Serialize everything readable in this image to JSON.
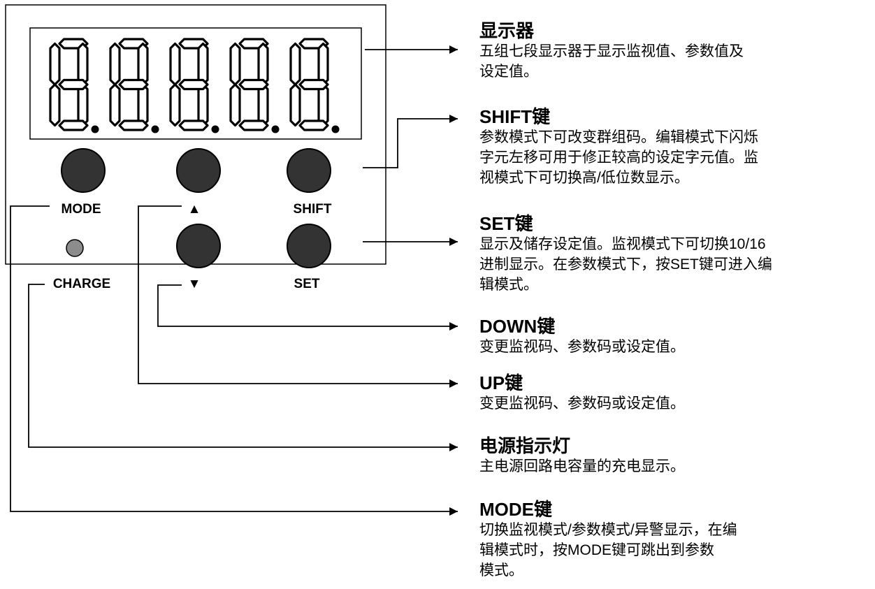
{
  "display": {
    "digits": [
      "8",
      "8",
      "8",
      "8",
      "8"
    ]
  },
  "panel": {
    "mode_label": "MODE",
    "up_label": "▲",
    "shift_label": "SHIFT",
    "charge_label": "CHARGE",
    "down_label": "▼",
    "set_label": "SET"
  },
  "annotations": [
    {
      "id": "display",
      "title": "显示器",
      "desc": [
        "五组七段显示器于显示监视值、参数值及",
        "设定值。"
      ]
    },
    {
      "id": "shift",
      "title": "SHIFT键",
      "desc": [
        "参数模式下可改变群组码。编辑模式下闪烁",
        "字元左移可用于修正较高的设定字元值。监",
        "视模式下可切换高/低位数显示。"
      ]
    },
    {
      "id": "set",
      "title": "SET键",
      "desc": [
        "显示及储存设定值。监视模式下可切换10/16",
        "进制显示。在参数模式下，按SET键可进入编",
        "辑模式。"
      ]
    },
    {
      "id": "down",
      "title": "DOWN键",
      "desc": [
        "变更监视码、参数码或设定值。"
      ]
    },
    {
      "id": "up",
      "title": "UP键",
      "desc": [
        "变更监视码、参数码或设定值。"
      ]
    },
    {
      "id": "power",
      "title": "电源指示灯",
      "desc": [
        "主电源回路电容量的充电显示。"
      ]
    },
    {
      "id": "mode",
      "title": "MODE键",
      "desc": [
        "切换监视模式/参数模式/异警显示，在编",
        "辑模式时，按MODE键可跳出到参数",
        "模式。"
      ]
    }
  ],
  "colors": {
    "line": "#000000",
    "button": "#333333",
    "led": "#8c8c8c"
  }
}
